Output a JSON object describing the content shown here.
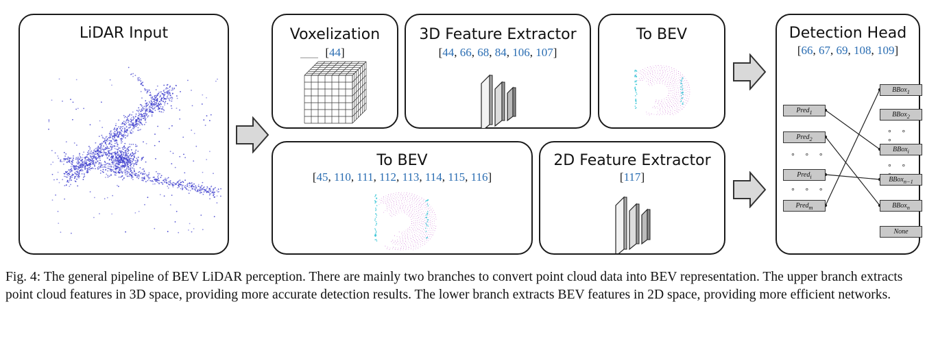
{
  "lidar_input": {
    "title": "LiDAR Input"
  },
  "voxelization": {
    "title": "Voxelization",
    "refs": [
      "44"
    ]
  },
  "feature3d": {
    "title": "3D Feature Extractor",
    "refs": [
      "44",
      "66",
      "68",
      "84",
      "106",
      "107"
    ]
  },
  "to_bev_top": {
    "title": "To BEV"
  },
  "to_bev_bottom": {
    "title": "To BEV",
    "refs": [
      "45",
      "110",
      "111",
      "112",
      "113",
      "114",
      "115",
      "116"
    ]
  },
  "feature2d": {
    "title": "2D Feature Extractor",
    "refs": [
      "117"
    ]
  },
  "detection_head": {
    "title": "Detection Head",
    "refs": [
      "66",
      "67",
      "69",
      "108",
      "109"
    ],
    "preds": [
      "Pred",
      "Pred",
      "Pred",
      "Pred"
    ],
    "pred_subs": [
      "1",
      "2",
      "i",
      "m"
    ],
    "bboxes": [
      "BBox",
      "BBox",
      "BBox",
      "BBox",
      "BBox"
    ],
    "bbox_subs": [
      "1",
      "2",
      "i",
      "n−1",
      "n"
    ],
    "none_label": "None",
    "dots": "∘ ∘ ∘"
  },
  "caption": "Fig. 4: The general pipeline of BEV LiDAR perception. There are mainly two branches to convert point cloud data into BEV representation. The upper branch extracts point cloud features in 3D space, providing more accurate detection results. The lower branch extracts BEV features in 2D space, providing more efficient networks.",
  "colors": {
    "ref_link": "#2a6db2",
    "points": "#3a3acc",
    "bev_magenta": "#c050c8",
    "bev_cyan": "#40c8d8"
  }
}
